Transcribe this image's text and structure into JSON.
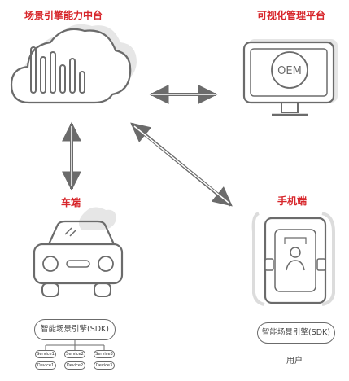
{
  "nodes": {
    "platform": {
      "label": "场景引擎能力中台"
    },
    "visualization": {
      "label": "可视化管理平台",
      "screen_text": "OEM"
    },
    "car": {
      "label": "车端"
    },
    "phone": {
      "label": "手机端"
    }
  },
  "sdk": {
    "car_label": "智能场景引擎(SDK)",
    "phone_label": "智能场景引擎(SDK)"
  },
  "services": [
    "Service1",
    "Service2",
    "Service3"
  ],
  "devices": [
    "Device1",
    "Device2",
    "Device3"
  ],
  "user_label": "用户",
  "colors": {
    "title_red": "#d7262b",
    "stroke": "#6b6b6b",
    "shadow": "#dcdcdc"
  }
}
